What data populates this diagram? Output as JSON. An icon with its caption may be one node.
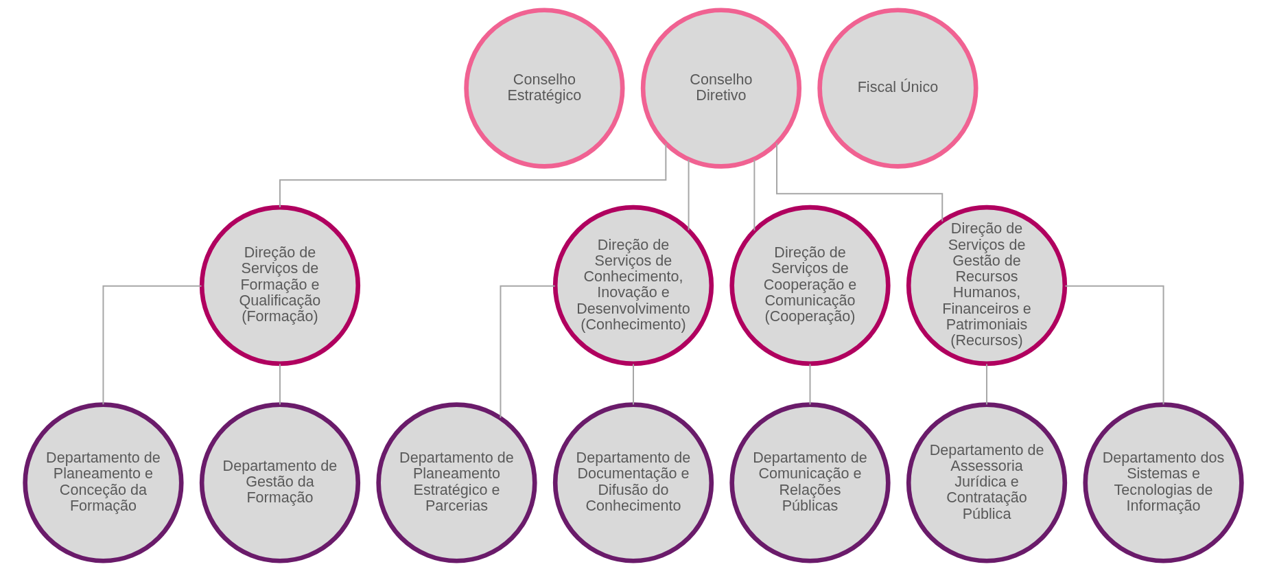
{
  "diagram": {
    "nodes": [
      {
        "text": [
          "Conselho Estratégico"
        ]
      },
      {
        "text": [
          "Conselho Diretivo"
        ]
      },
      {
        "text": [
          "Fiscal Único"
        ]
      },
      {
        "text": [
          "Direção de Serviços de Formação e Qualificação (Formação)"
        ]
      },
      {
        "text": [
          "Direção de Serviços de Conhecimento, Inovação e Desenvolvimento (Conhecimento)"
        ]
      },
      {
        "text": [
          "Direção de Serviços de Cooperação e Comunicação (Cooperação)"
        ]
      },
      {
        "text": [
          "Direção de Serviços de Gestão de Recursos Humanos, Financeiros e Patrimoniais (Recursos)"
        ]
      },
      {
        "text": [
          "Departamento de Planeamento e Conceção da Formação"
        ]
      },
      {
        "text": [
          "Departamento de Gestão da Formação"
        ]
      },
      {
        "text": [
          "Departamento de Planeamento Estratégico e Parcerias"
        ]
      },
      {
        "text": [
          "Departamento de Documentação e Difusão do Conhecimento"
        ]
      },
      {
        "text": [
          "Departamento de Comunicação e Relações Públicas"
        ]
      },
      {
        "text": [
          "Departamento de Assessoria Jurídica e Contratação Pública"
        ]
      },
      {
        "text": [
          "Departamento dos Sistemas e Tecnologias de Informação"
        ]
      }
    ],
    "edges": [
      {
        "from": 1,
        "to": 3,
        "arrow": "none"
      },
      {
        "from": 1,
        "to": 4,
        "arrow": "none"
      },
      {
        "from": 1,
        "to": 5,
        "arrow": "none"
      },
      {
        "from": 1,
        "to": 6,
        "arrow": "none"
      },
      {
        "from": 3,
        "to": 7,
        "arrow": "none"
      },
      {
        "from": 3,
        "to": 8,
        "arrow": "none"
      },
      {
        "from": 4,
        "to": 9,
        "arrow": "none"
      },
      {
        "from": 4,
        "to": 10,
        "arrow": "none"
      },
      {
        "from": 5,
        "to": 11,
        "arrow": "none"
      },
      {
        "from": 6,
        "to": 12,
        "arrow": "none"
      },
      {
        "from": 6,
        "to": 13,
        "arrow": "none"
      }
    ]
  }
}
